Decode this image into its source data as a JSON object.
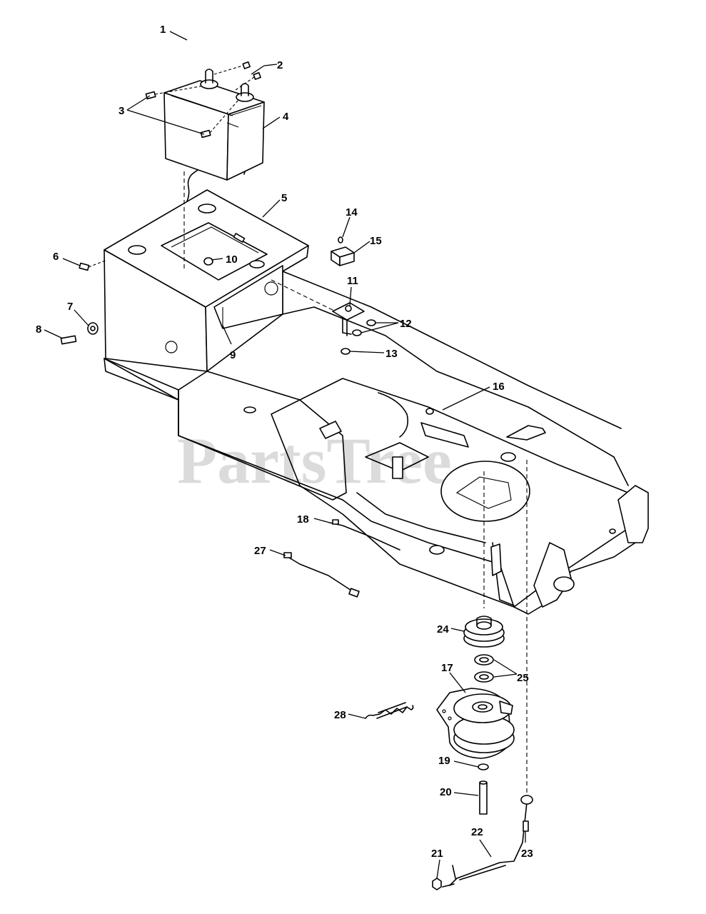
{
  "watermark": "PartsTree",
  "callouts": [
    {
      "id": "c1",
      "label": "1"
    },
    {
      "id": "c2",
      "label": "2"
    },
    {
      "id": "c3",
      "label": "3"
    },
    {
      "id": "c4",
      "label": "4"
    },
    {
      "id": "c5",
      "label": "5"
    },
    {
      "id": "c6",
      "label": "6"
    },
    {
      "id": "c7",
      "label": "7"
    },
    {
      "id": "c8",
      "label": "8"
    },
    {
      "id": "c9",
      "label": "9"
    },
    {
      "id": "c10",
      "label": "10"
    },
    {
      "id": "c11",
      "label": "11"
    },
    {
      "id": "c12",
      "label": "12"
    },
    {
      "id": "c13",
      "label": "13"
    },
    {
      "id": "c14",
      "label": "14"
    },
    {
      "id": "c15",
      "label": "15"
    },
    {
      "id": "c16",
      "label": "16"
    },
    {
      "id": "c17",
      "label": "17"
    },
    {
      "id": "c18",
      "label": "18"
    },
    {
      "id": "c19",
      "label": "19"
    },
    {
      "id": "c20",
      "label": "20"
    },
    {
      "id": "c21",
      "label": "21"
    },
    {
      "id": "c22",
      "label": "22"
    },
    {
      "id": "c23",
      "label": "23"
    },
    {
      "id": "c24",
      "label": "24"
    },
    {
      "id": "c25",
      "label": "25"
    },
    {
      "id": "c27",
      "label": "27"
    },
    {
      "id": "c28",
      "label": "28"
    }
  ]
}
